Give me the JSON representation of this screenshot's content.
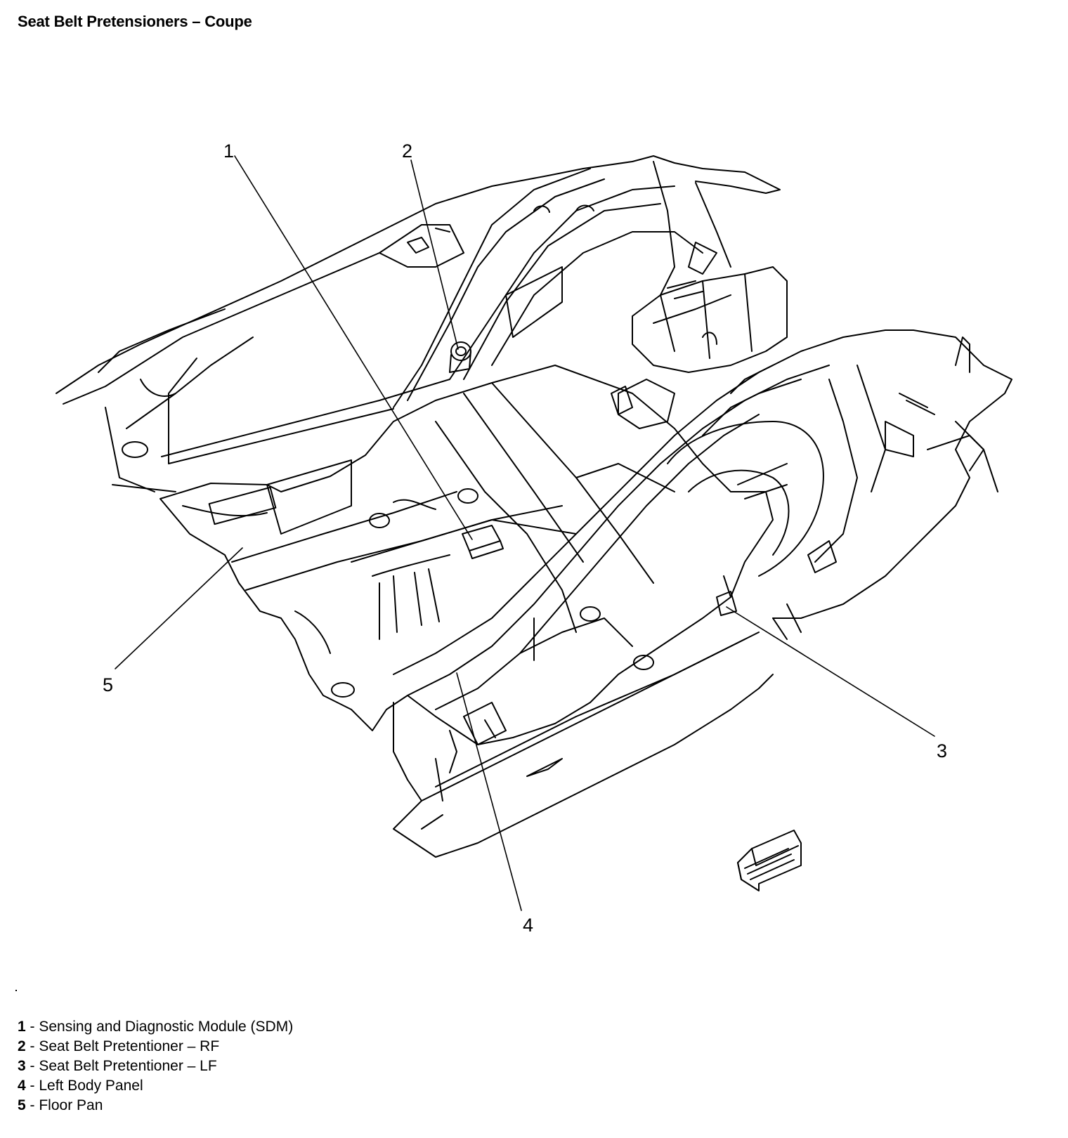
{
  "title": "Seat Belt Pretensioners – Coupe",
  "callouts": [
    "1",
    "2",
    "3",
    "4",
    "5"
  ],
  "legend": [
    {
      "num": "1",
      "sep": " - ",
      "label": "Sensing and Diagnostic Module (SDM)"
    },
    {
      "num": "2",
      "sep": " - ",
      "label": "Seat Belt Pretentioner – RF"
    },
    {
      "num": "3",
      "sep": " - ",
      "label": "Seat Belt Pretentioner – LF"
    },
    {
      "num": "4",
      "sep": " - ",
      "label": "Left Body Panel"
    },
    {
      "num": "5",
      "sep": " - ",
      "label": "Floor Pan"
    }
  ],
  "icons": {
    "front_arrow": "forward-direction-arrow-icon"
  }
}
